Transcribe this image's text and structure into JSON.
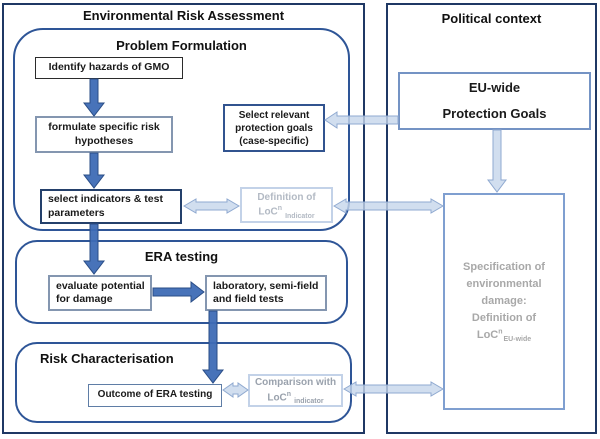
{
  "era_panel": {
    "title": "Environmental Risk Assessment",
    "problem_formulation": {
      "title": "Problem Formulation",
      "identify_box": "Identify hazards of GMO",
      "formulate_box": "formulate specific risk hypotheses",
      "select_goals_box": "Select relevant protection goals (case-specific)",
      "select_indicators_box": "select indicators & test parameters",
      "definition_box": {
        "line1": "Definition of",
        "loc": "LoC",
        "sup": "n",
        "sub": "Indicator"
      }
    },
    "era_testing": {
      "title": "ERA testing",
      "evaluate_box": "evaluate potential for damage",
      "laboratory_box": "laboratory, semi-field and field tests"
    },
    "risk_characterisation": {
      "title": "Risk Characterisation",
      "outcome_box": "Outcome of ERA testing",
      "comparison_box": {
        "line1": "Comparison with",
        "loc": "LoC",
        "sup": "n",
        "sub": "indicator"
      }
    }
  },
  "political_panel": {
    "title": "Political context",
    "eu_wide_box": {
      "line1": "EU-wide",
      "line2": "Protection Goals"
    },
    "specification_box": {
      "line1": "Specification of",
      "line2": "environmental",
      "line3": "damage:",
      "line4": "Definition of",
      "loc": "LoC",
      "sup": "n",
      "sub": "EU-wide"
    }
  },
  "colors": {
    "outer_border": "#1f3864",
    "section_border": "#2e5597",
    "thick_arrow": "#3e6cb5",
    "light_arrow": "#c6d6eb",
    "grey_text": "#a8a8a8"
  }
}
